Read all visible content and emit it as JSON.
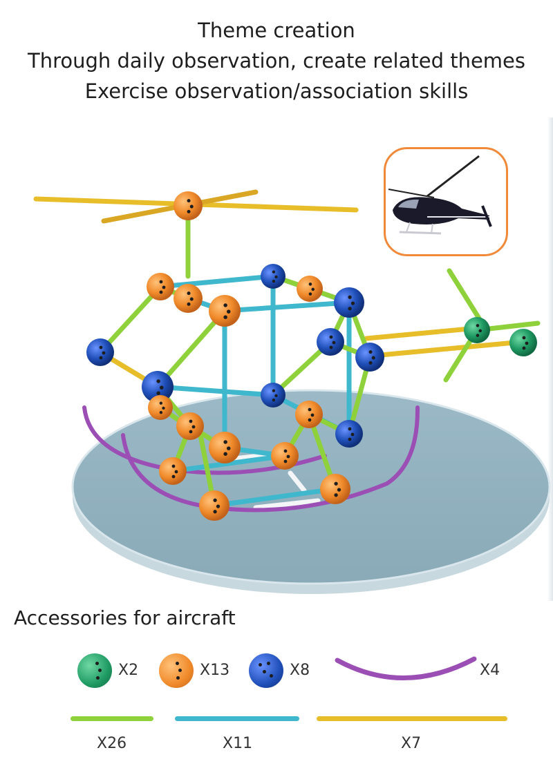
{
  "header": {
    "line1": "Theme creation",
    "line2": "Through daily observation, create related themes",
    "line3": "Exercise observation/association skills"
  },
  "illustration": {
    "subject": "helicopter-model",
    "reference_icon": "helicopter-photo-icon",
    "colors": {
      "green_ball": "#1f9a63",
      "orange_ball": "#f08a2a",
      "blue_ball": "#1f4fb8",
      "light_green_stick": "#8fd13a",
      "cyan_stick": "#3fb7cc",
      "yellow_stick": "#e7bd2a",
      "purple_arc": "#9b4fb5",
      "platform": "#a9c3cf",
      "frame_border": "#f08a3a"
    }
  },
  "accessories": {
    "title": "Accessories for aircraft",
    "items": [
      {
        "name": "green-ball",
        "count": "X2"
      },
      {
        "name": "orange-ball",
        "count": "X13"
      },
      {
        "name": "blue-ball",
        "count": "X8"
      },
      {
        "name": "purple-arc",
        "count": "X4"
      },
      {
        "name": "light-green-stick",
        "count": "X26"
      },
      {
        "name": "cyan-stick",
        "count": "X11"
      },
      {
        "name": "yellow-stick",
        "count": "X7"
      }
    ]
  }
}
